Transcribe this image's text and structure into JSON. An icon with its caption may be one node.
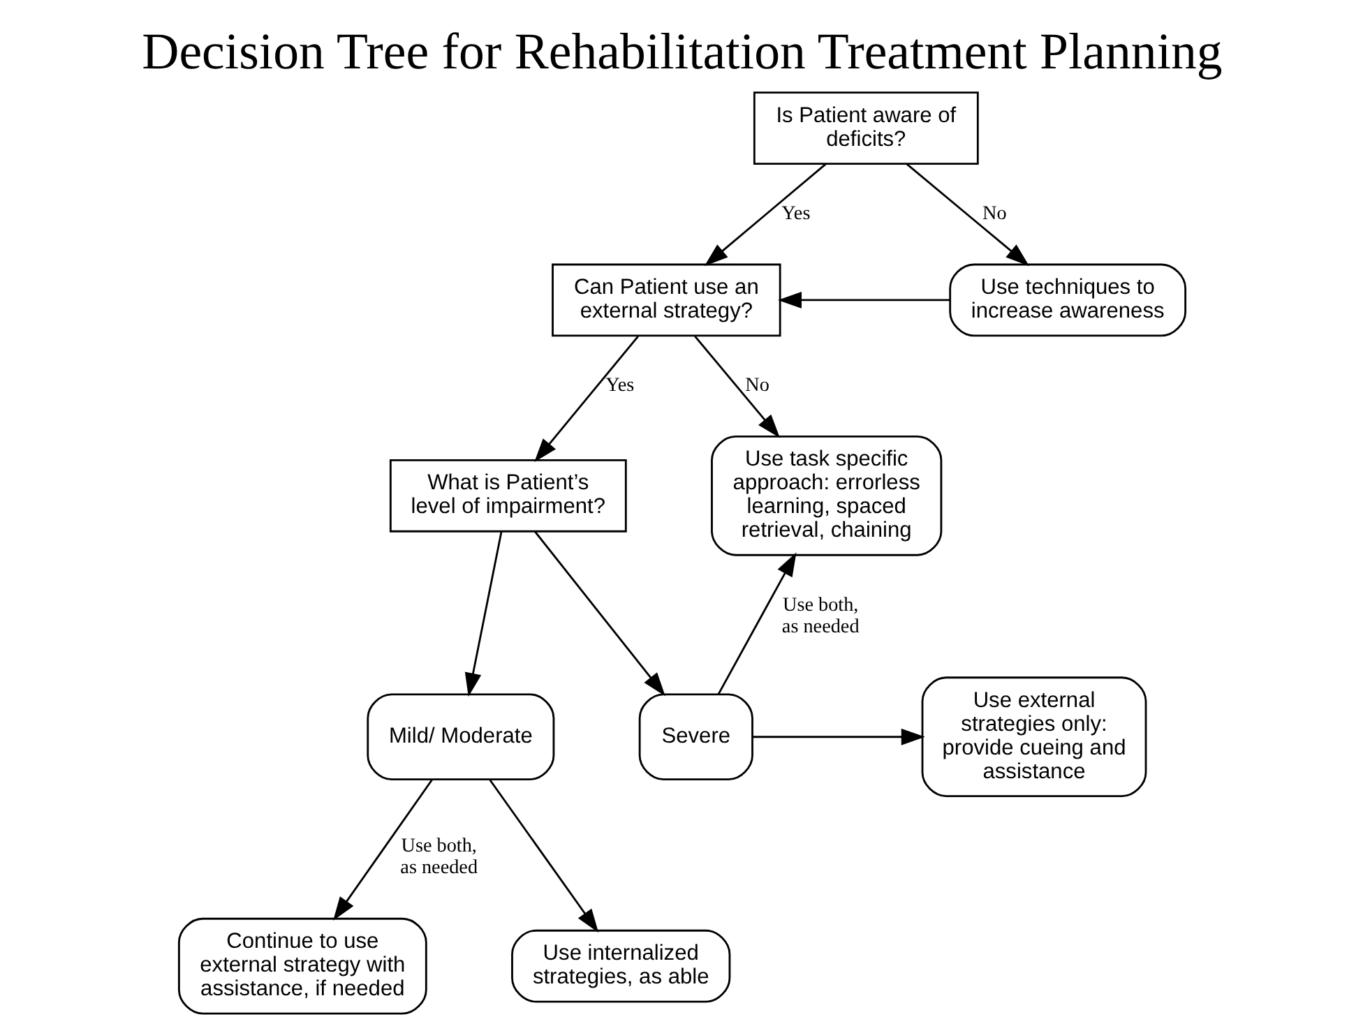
{
  "diagram": {
    "title": "Decision Tree for Rehabilitation Treatment Planning",
    "nodes": [
      {
        "text": [
          "Is Patient aware of deficits?"
        ]
      },
      {
        "text": [
          "Can Patient use an external strategy?"
        ]
      },
      {
        "text": [
          "Use techniques to increase awareness"
        ]
      },
      {
        "text": [
          "What is Patient’s level of impairment?"
        ]
      },
      {
        "text": [
          "Use task specific approach: errorless learning, spaced retrieval, chaining"
        ]
      },
      {
        "text": [
          "Mild/ Moderate"
        ]
      },
      {
        "text": [
          "Severe"
        ]
      },
      {
        "text": [
          "Use external strategies only: provide cueing and assistance"
        ]
      },
      {
        "text": [
          "Continue to use external strategy with assistance, if needed"
        ]
      },
      {
        "text": [
          "Use internalized strategies, as able"
        ]
      }
    ],
    "edges": [
      {
        "from": 0,
        "to": 1,
        "arrow": "to",
        "label": "Yes"
      },
      {
        "from": 0,
        "to": 2,
        "arrow": "to",
        "label": "No"
      },
      {
        "from": 2,
        "to": 1,
        "arrow": "to"
      },
      {
        "from": 1,
        "to": 3,
        "arrow": "to",
        "label": "Yes"
      },
      {
        "from": 1,
        "to": 4,
        "arrow": "to",
        "label": "No"
      },
      {
        "from": 3,
        "to": 5,
        "arrow": "to"
      },
      {
        "from": 3,
        "to": 6,
        "arrow": "to"
      },
      {
        "from": 6,
        "to": 4,
        "arrow": "to",
        "label": "Use both, as needed"
      },
      {
        "from": 6,
        "to": 7,
        "arrow": "to"
      },
      {
        "from": 5,
        "to": 9,
        "arrow": "to"
      },
      {
        "from": 5,
        "to": 8,
        "arrow": "to",
        "label": "Use both, as needed"
      }
    ]
  }
}
